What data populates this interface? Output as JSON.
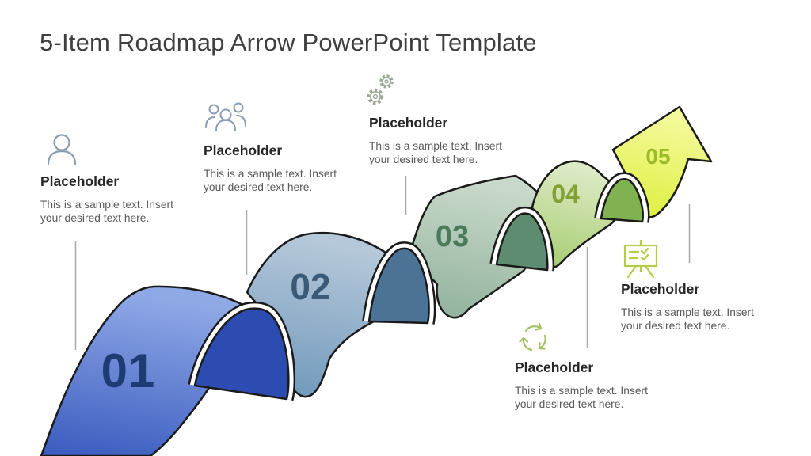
{
  "slide": {
    "title": "5-Item Roadmap Arrow PowerPoint Template"
  },
  "items": [
    {
      "number": "01",
      "icon": "person-icon",
      "heading": "Placeholder",
      "line1": "This is a sample text. Insert",
      "line2": "your desired text here."
    },
    {
      "number": "02",
      "icon": "people-group-icon",
      "heading": "Placeholder",
      "line1": "This is a sample text. Insert",
      "line2": "your desired text here."
    },
    {
      "number": "03",
      "icon": "gears-icon",
      "heading": "Placeholder",
      "line1": "This is a sample text. Insert",
      "line2": "your desired text here."
    },
    {
      "number": "04",
      "icon": "cycle-arrows-icon",
      "heading": "Placeholder",
      "line1": "This is a sample text. Insert",
      "line2": "your desired text here."
    },
    {
      "number": "05",
      "icon": "presentation-board-icon",
      "heading": "Placeholder",
      "line1": "This is a sample text. Insert",
      "line2": "your desired text here."
    }
  ],
  "colors": {
    "title_text": "#3f3f3f",
    "heading_text": "#262626",
    "body_text": "#595959",
    "connector_line": "#a8a8a8",
    "outline": "#1a1a1a",
    "casing": "#ffffff",
    "band1_top": "#8FA8E6",
    "band1_bottom": "#3A5BBF",
    "arch1": "#2C4CB2",
    "num1": "#1F3B73",
    "band2_top": "#B5C8DA",
    "band2_bottom": "#6E97BA",
    "arch2": "#4C7396",
    "num2": "#3A5A78",
    "band3_top": "#C8D8CA",
    "band3_bottom": "#8FB19A",
    "arch3": "#5D8C71",
    "num3": "#4A7A5A",
    "band4_top": "#DDEAC6",
    "band4_bottom": "#A6CC6E",
    "arch4": "#80B251",
    "num4": "#7FA233",
    "arrow_top": "#F4FA9C",
    "arrow_bottom": "#DCEF3B",
    "num5": "#9BB929",
    "icon_blue": "#8A9BB4",
    "icon_graygreen": "#9AA896",
    "icon_green": "#A3C162",
    "icon_limegreen": "#B2CE41"
  }
}
